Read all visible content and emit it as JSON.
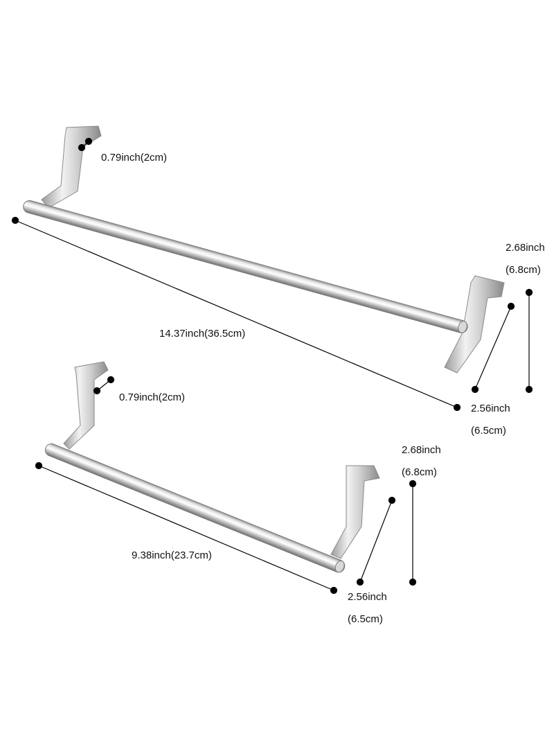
{
  "colors": {
    "background": "#ffffff",
    "dimension": "#000000",
    "steel_light": "#f4f4f4",
    "steel_mid": "#c4c4c4",
    "steel_dark": "#7a7a7a"
  },
  "large_rack": {
    "hook_width": "0.79inch(2cm)",
    "length": "14.37inch(36.5cm)",
    "height_in": "2.68inch",
    "height_cm": "(6.8cm)",
    "depth_in": "2.56inch",
    "depth_cm": "(6.5cm)"
  },
  "small_rack": {
    "hook_width": "0.79inch(2cm)",
    "length": "9.38inch(23.7cm)",
    "height_in": "2.68inch",
    "height_cm": "(6.8cm)",
    "depth_in": "2.56inch",
    "depth_cm": "(6.5cm)"
  }
}
